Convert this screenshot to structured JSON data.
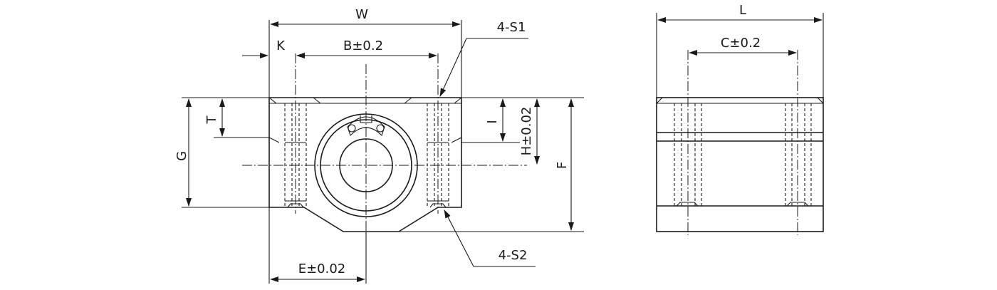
{
  "labels": {
    "W": "W",
    "K": "K",
    "B": "B±0.2",
    "S1": "4-S1",
    "S2": "4-S2",
    "T": "T",
    "G": "G",
    "I": "I",
    "H": "H±0.02",
    "F": "F",
    "E": "E±0.02",
    "L": "L",
    "C": "C±0.2"
  }
}
